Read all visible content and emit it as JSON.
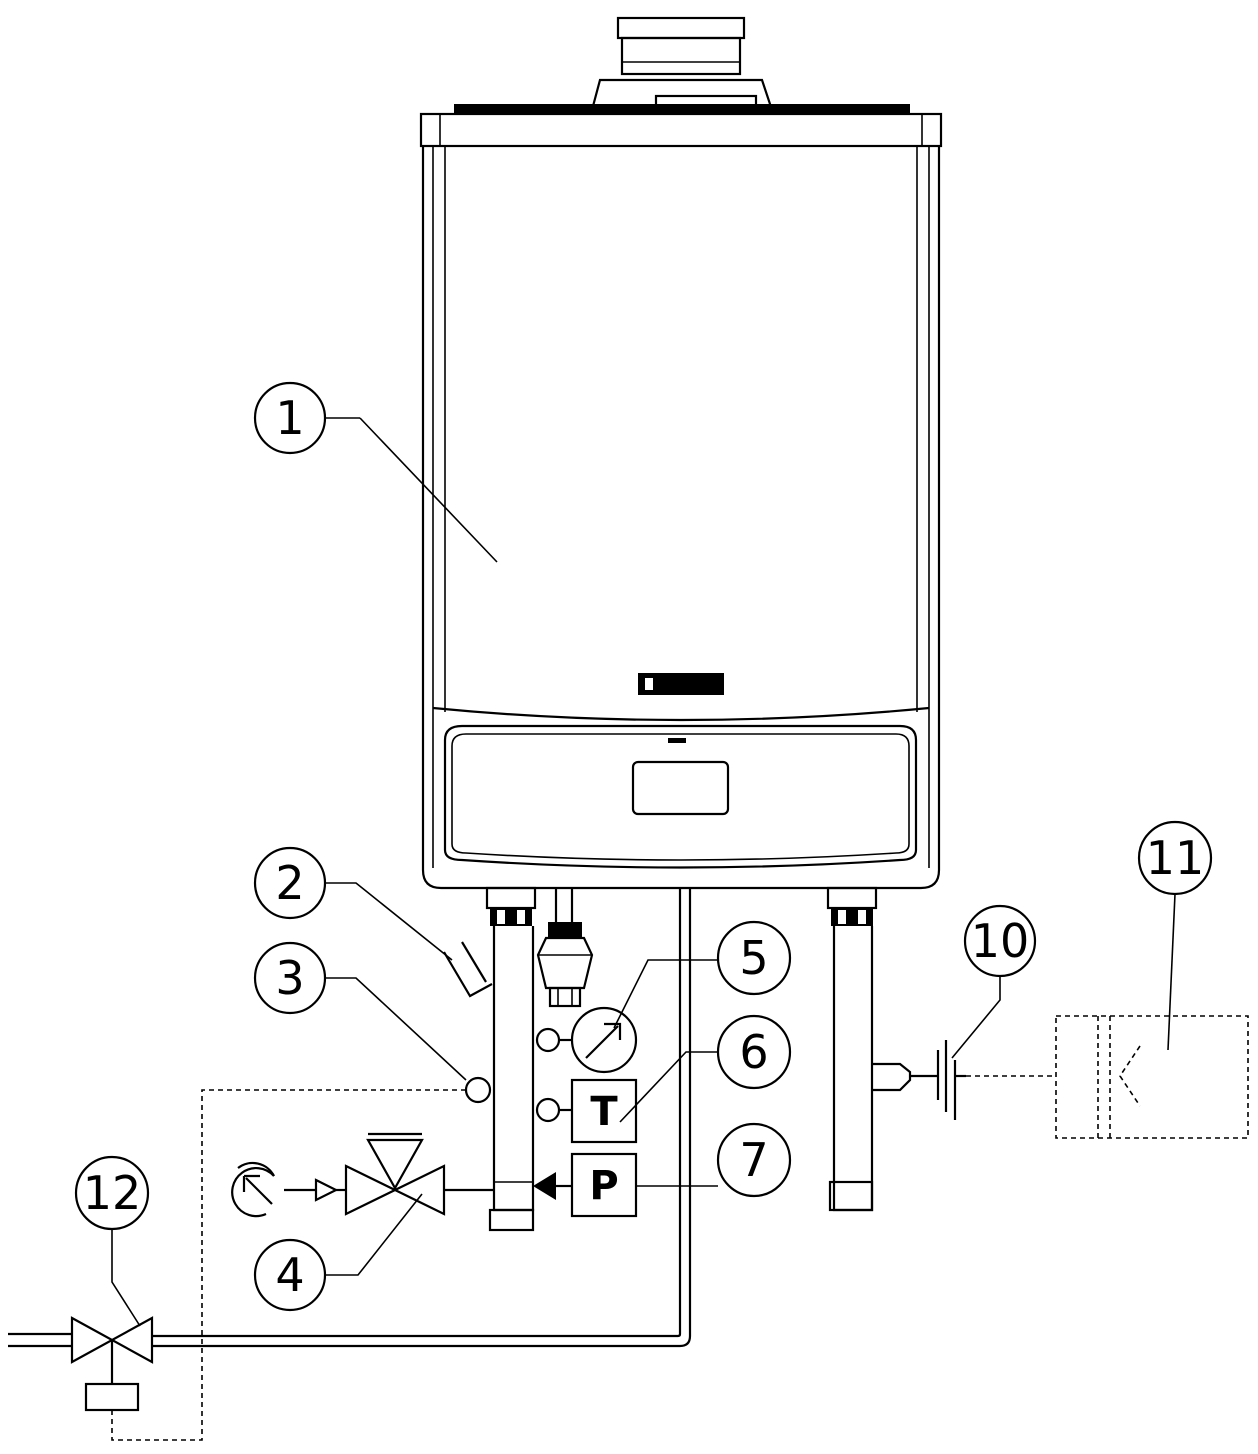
{
  "callouts": {
    "c1": "1",
    "c2": "2",
    "c3": "3",
    "c4": "4",
    "c5": "5",
    "c6": "6",
    "c7": "7",
    "c10": "10",
    "c11": "11",
    "c12": "12"
  },
  "boxes": {
    "temperature": "T",
    "pressure": "P"
  }
}
